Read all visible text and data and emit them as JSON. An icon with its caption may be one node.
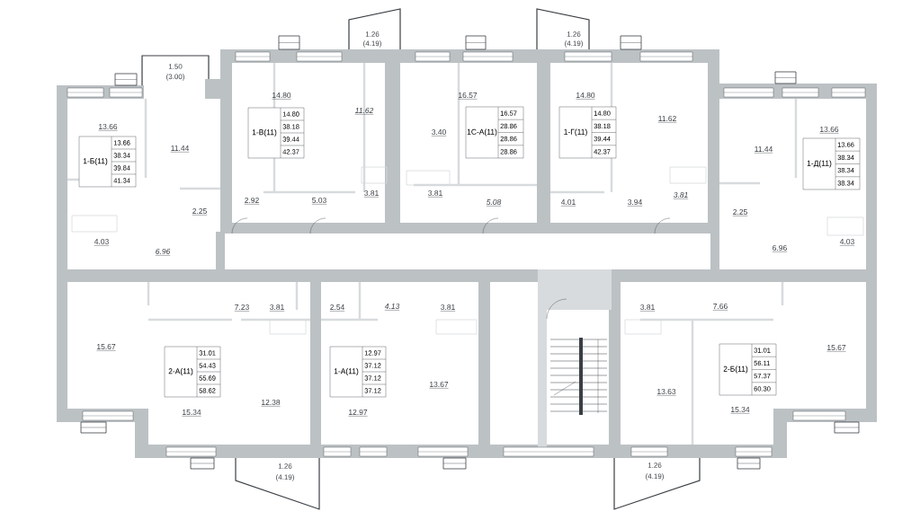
{
  "diagram": {
    "nodes": [
      {
        "text": [
          "1-Б(11)",
          "13.66",
          "38.34",
          "39.84",
          "41.34"
        ]
      },
      {
        "text": [
          "1-В(11)",
          "14.80",
          "38.18",
          "39.44",
          "42.37"
        ]
      },
      {
        "text": [
          "1С-А(11)",
          "16.57",
          "28.86",
          "28.86",
          "28.86"
        ]
      },
      {
        "text": [
          "1-Г(11)",
          "14.80",
          "38.18",
          "39.44",
          "42.37"
        ]
      },
      {
        "text": [
          "1-Д(11)",
          "13.66",
          "38.34",
          "38.34",
          "38.34"
        ]
      },
      {
        "text": [
          "2-А(11)",
          "31.01",
          "54.43",
          "55.69",
          "58.62"
        ]
      },
      {
        "text": [
          "1-А(11)",
          "12.97",
          "37.12",
          "37.12",
          "37.12"
        ]
      },
      {
        "text": [
          "2-Б(11)",
          "31.01",
          "56.11",
          "57.37",
          "60.30"
        ]
      }
    ],
    "labels": [
      "1.26",
      "(4.19)",
      "1.26",
      "(4.19)",
      "1.50",
      "(3.00)",
      "14.80",
      "16.57",
      "14.80",
      "11.62",
      "11.62",
      "13.66",
      "13.66",
      "3.40",
      "11.44",
      "11.44",
      "3.81",
      "3.81",
      "3.81",
      "2.92",
      "5.03",
      "5.08",
      "4.01",
      "3.94",
      "2.25",
      "2.25",
      "4.03",
      "4.03",
      "6.96",
      "6.96",
      "7.23",
      "3.81",
      "2.54",
      "4.13",
      "3.81",
      "3.81",
      "7.66",
      "15.67",
      "15.67",
      "13.67",
      "13.63",
      "12.38",
      "15.34",
      "15.34",
      "12.97",
      "1.26",
      "(4.19)",
      "1.26",
      "(4.19)"
    ]
  }
}
